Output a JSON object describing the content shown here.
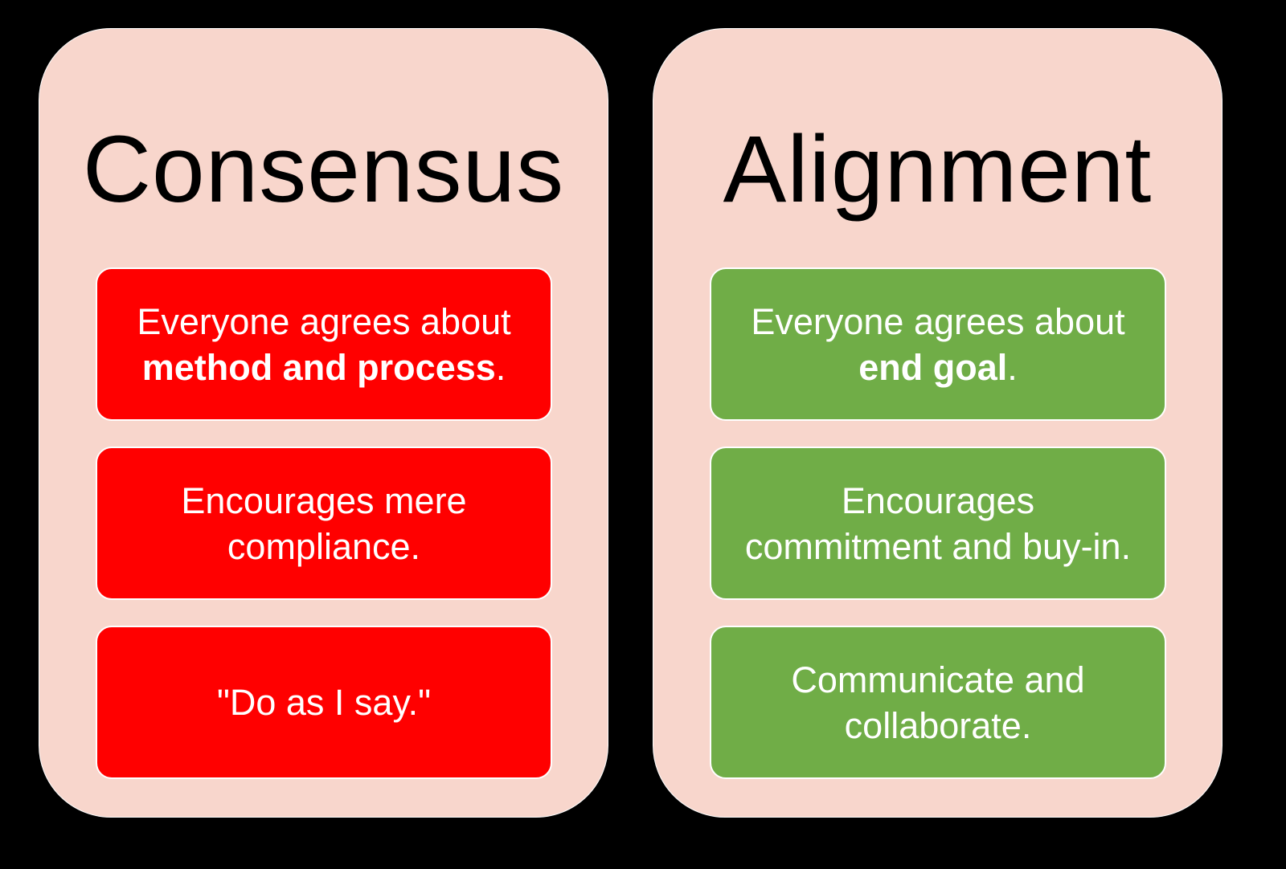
{
  "colors": {
    "background": "#000000",
    "panel": "#f8d6cc",
    "consensus_box": "#ff0000",
    "alignment_box": "#70ad47",
    "box_text": "#ffffff",
    "title_text": "#000000"
  },
  "consensus": {
    "title": "Consensus",
    "items": [
      {
        "line1": "Everyone agrees about",
        "bold": "method and process",
        "suffix": "."
      },
      {
        "line1": "Encourages mere",
        "line2": "compliance."
      },
      {
        "line1": "\"Do as I say.\""
      }
    ]
  },
  "alignment": {
    "title": "Alignment",
    "items": [
      {
        "line1": "Everyone agrees about",
        "bold": "end goal",
        "suffix": "."
      },
      {
        "line1": "Encourages",
        "line2": "commitment and buy-in."
      },
      {
        "line1": "Communicate and",
        "line2": "collaborate."
      }
    ]
  }
}
